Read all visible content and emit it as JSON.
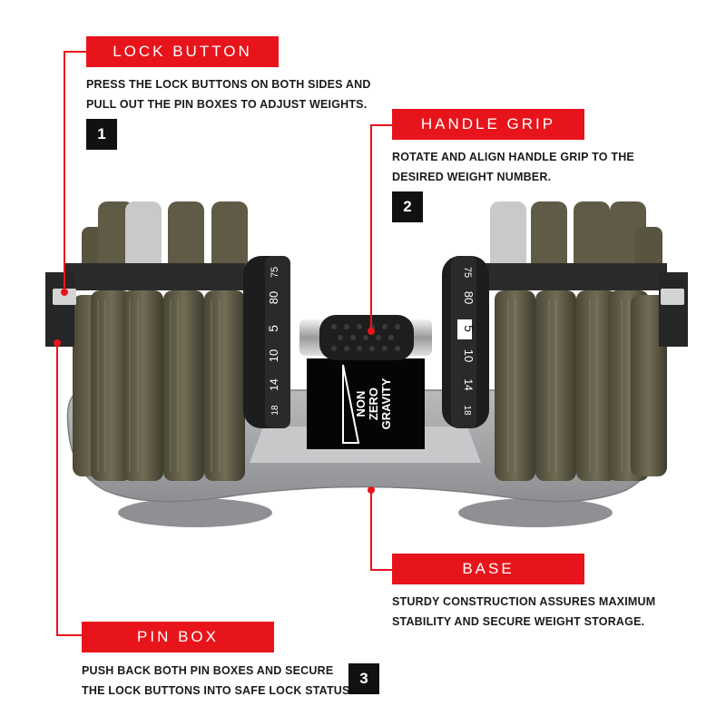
{
  "callouts": {
    "lock_button": {
      "label": "LOCK BUTTON",
      "desc_line1": "PRESS THE LOCK BUTTONS ON BOTH SIDES AND",
      "desc_line2": "PULL OUT THE PIN BOXES TO ADJUST WEIGHTS.",
      "step": "1"
    },
    "handle_grip": {
      "label": "HANDLE GRIP",
      "desc_line1": "ROTATE AND ALIGN HANDLE GRIP TO THE",
      "desc_line2": "DESIRED WEIGHT NUMBER.",
      "step": "2"
    },
    "base": {
      "label": "BASE",
      "desc_line1": "STURDY CONSTRUCTION ASSURES MAXIMUM",
      "desc_line2": "STABILITY AND SECURE WEIGHT STORAGE."
    },
    "pin_box": {
      "label": "PIN BOX",
      "desc_line1": "PUSH BACK BOTH PIN BOXES AND SECURE",
      "desc_line2": "THE LOCK BUTTONS INTO SAFE LOCK STATUS.",
      "step": "3"
    }
  },
  "product": {
    "brand_line1": "NON",
    "brand_line2": "ZERO",
    "brand_line3": "GRAVITY",
    "dial_left": [
      "75",
      "80",
      "5",
      "10",
      "14",
      "18"
    ],
    "dial_right": [
      "75",
      "80",
      "5",
      "10",
      "14",
      "18"
    ]
  },
  "colors": {
    "accent_red": "#e8141b",
    "plate_olive": "#5e5a46",
    "base_gray": "#a8a9ab"
  }
}
